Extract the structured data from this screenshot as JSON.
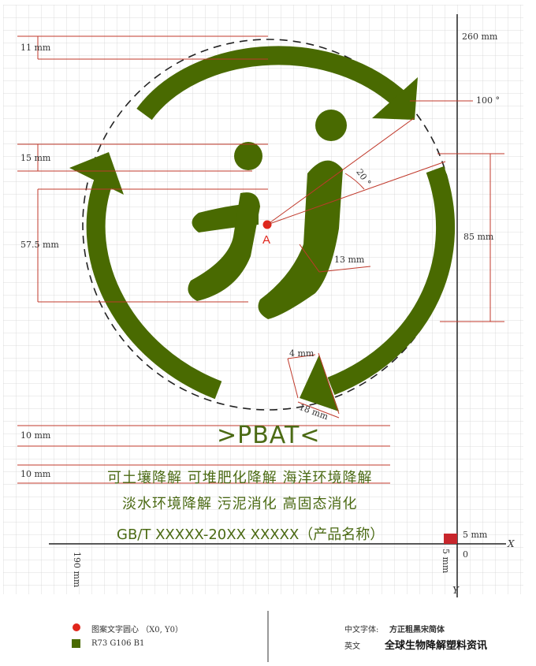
{
  "dimensions": {
    "d_11": "11 mm",
    "d_15": "15 mm",
    "d_57_5": "57.5 mm",
    "d_10a": "10 mm",
    "d_10b": "10 mm",
    "d_260": "260 mm",
    "d_100": "100 °",
    "d_85": "85 mm",
    "d_20": "20 °",
    "d_13": "13 mm",
    "d_4": "4 mm",
    "d_18": "18 mm",
    "d_5": "5 mm",
    "d_5v": "5 mm",
    "d_190": "190 mm",
    "d_0": "0",
    "axis_x": "X",
    "axis_y": "Y",
    "point_a": "A"
  },
  "text": {
    "pbat": ">PBAT<",
    "line1": "可土壤降解 可堆肥化降解 海洋环境降解",
    "line2": "淡水环境降解 污泥消化 高固态消化",
    "line3": "GB/T XXXXX-20XX XXXXX（产品名称）"
  },
  "legend": {
    "center_label": "图案文字圆心 （X0, Y0）",
    "color_label": "R73 G106 B1",
    "cn_font_label": "中文字体:",
    "cn_font_value": "方正粗黑宋简体",
    "en_font_label": "英文",
    "watermark": "全球生物降解塑料资讯"
  },
  "colors": {
    "green": "#496a01",
    "red": "#e0261c",
    "dim_line": "#c0392b",
    "grid": "#d9d9d9"
  }
}
